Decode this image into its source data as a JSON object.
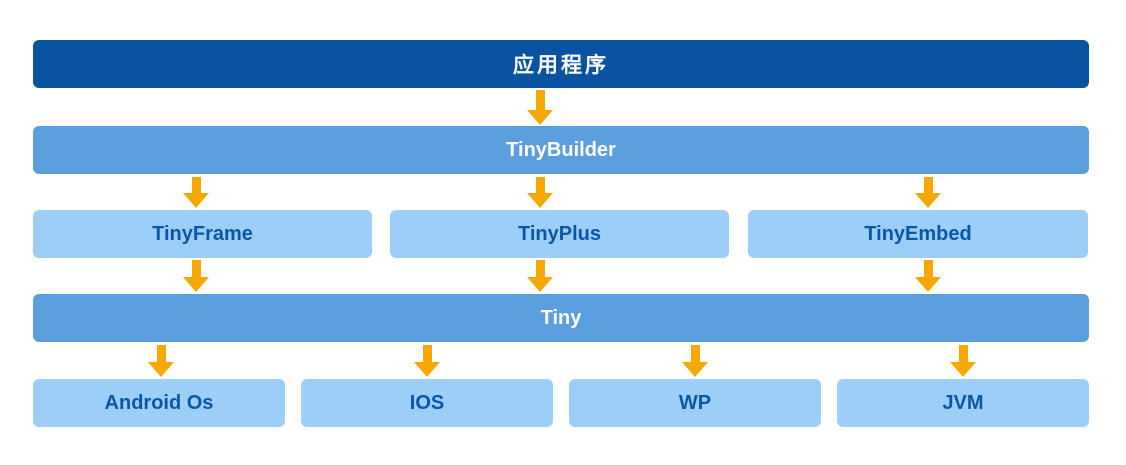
{
  "diagram": {
    "type": "layered-architecture",
    "colors": {
      "top_bar": "#0A53A3",
      "mid_bar": "#5B9EDD",
      "light_box": "#9DCEF7",
      "box_text": "#0B57A5",
      "bar_text": "#FFFFFF",
      "arrow": "#F6A700",
      "background": "#FFFFFF"
    },
    "layers": [
      {
        "name": "application",
        "items": [
          {
            "label": "应用程序"
          }
        ]
      },
      {
        "name": "builder",
        "items": [
          {
            "label": "TinyBuilder"
          }
        ]
      },
      {
        "name": "frameworks",
        "items": [
          {
            "label": "TinyFrame"
          },
          {
            "label": "TinyPlus"
          },
          {
            "label": "TinyEmbed"
          }
        ]
      },
      {
        "name": "core",
        "items": [
          {
            "label": "Tiny"
          }
        ]
      },
      {
        "name": "platforms",
        "items": [
          {
            "label": "Android Os"
          },
          {
            "label": "IOS"
          },
          {
            "label": "WP"
          },
          {
            "label": "JVM"
          }
        ]
      }
    ]
  }
}
